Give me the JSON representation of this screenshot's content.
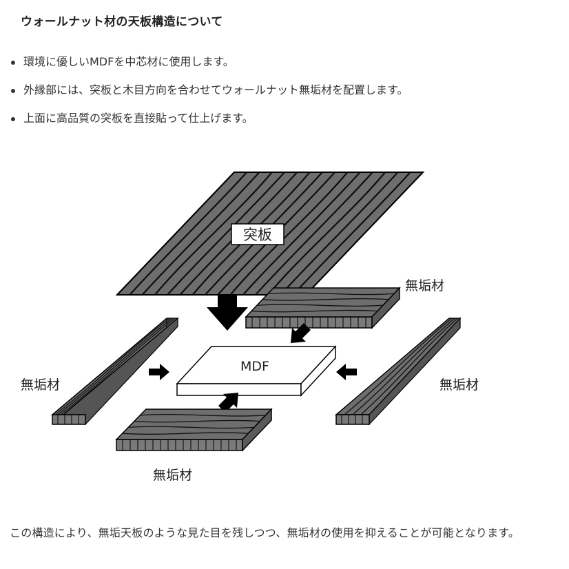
{
  "heading": "ウォールナット材の天板構造について",
  "bullets": [
    "環境に優しいMDFを中芯材に使用します。",
    "外縁部には、突板と木目方向を合わせてウォールナット無垢材を配置します。",
    "上面に高品質の突板を直接貼って仕上げます。"
  ],
  "diagram": {
    "veneer_label": "突板",
    "core_label": "MDF",
    "solid_label_top_right": "無垢材",
    "solid_label_left": "無垢材",
    "solid_label_right": "無垢材",
    "solid_label_bottom": "無垢材"
  },
  "caption": "この構造により、無垢天板のような見た目を残しつつ、無垢材の使用を抑えることが可能となります。",
  "colors": {
    "wood_fill": "#707070",
    "grain_line": "#111111",
    "outline": "#000000",
    "core_fill": "#ffffff"
  }
}
